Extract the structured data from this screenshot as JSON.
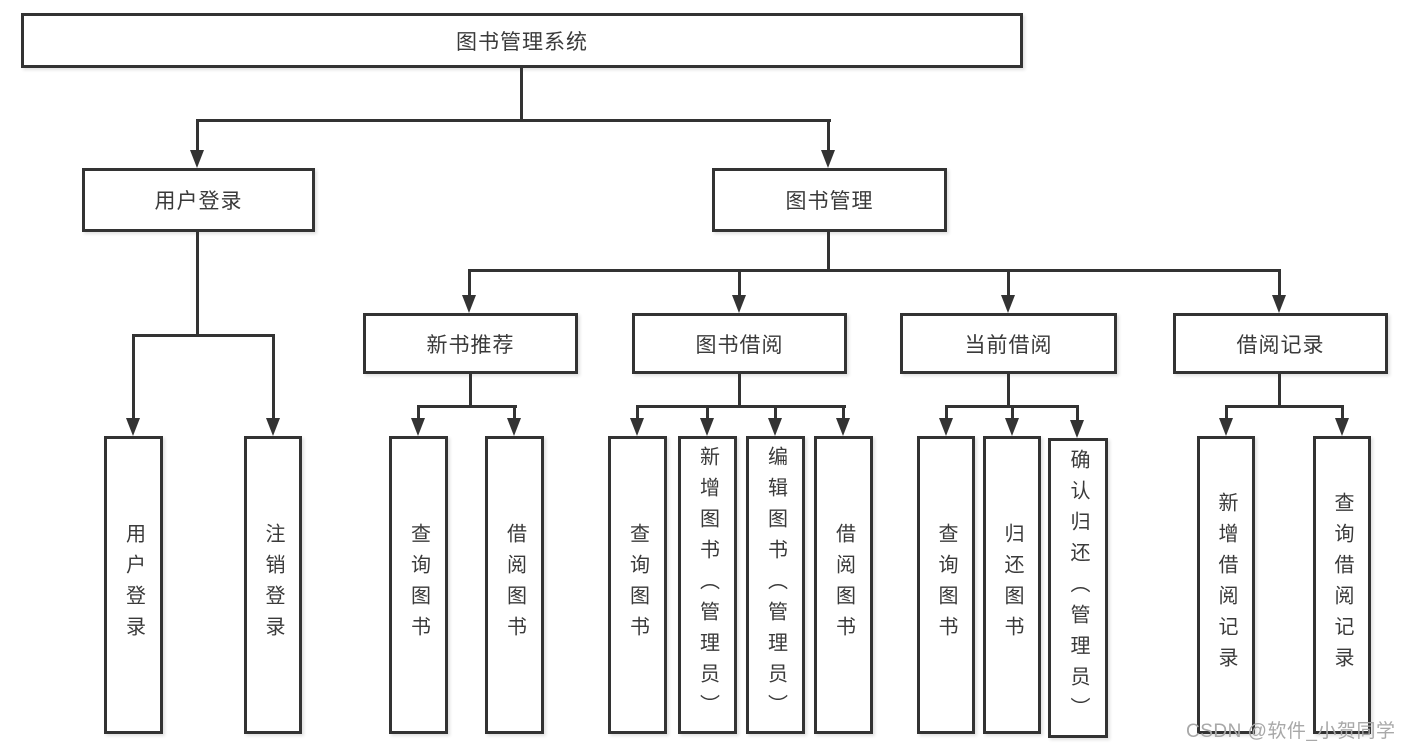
{
  "title": "图书管理系统",
  "level2": [
    "用户登录",
    "图书管理"
  ],
  "level3": [
    "新书推荐",
    "图书借阅",
    "当前借阅",
    "借阅记录"
  ],
  "leaves": {
    "login": [
      "用户登录",
      "注销登录"
    ],
    "newbook": [
      "查询图书",
      "借阅图书"
    ],
    "borrow": [
      "查询图书",
      "新增图书（管理员）",
      "编辑图书（管理员）",
      "借阅图书"
    ],
    "current": [
      "查询图书",
      "归还图书",
      "确认归还（管理员）"
    ],
    "records": [
      "新增借阅记录",
      "查询借阅记录"
    ]
  },
  "watermark": "CSDN @软件_小贺同学",
  "colors": {
    "line": "#333333",
    "text": "#3a3a3a",
    "watermark": "#a8a8a8"
  }
}
